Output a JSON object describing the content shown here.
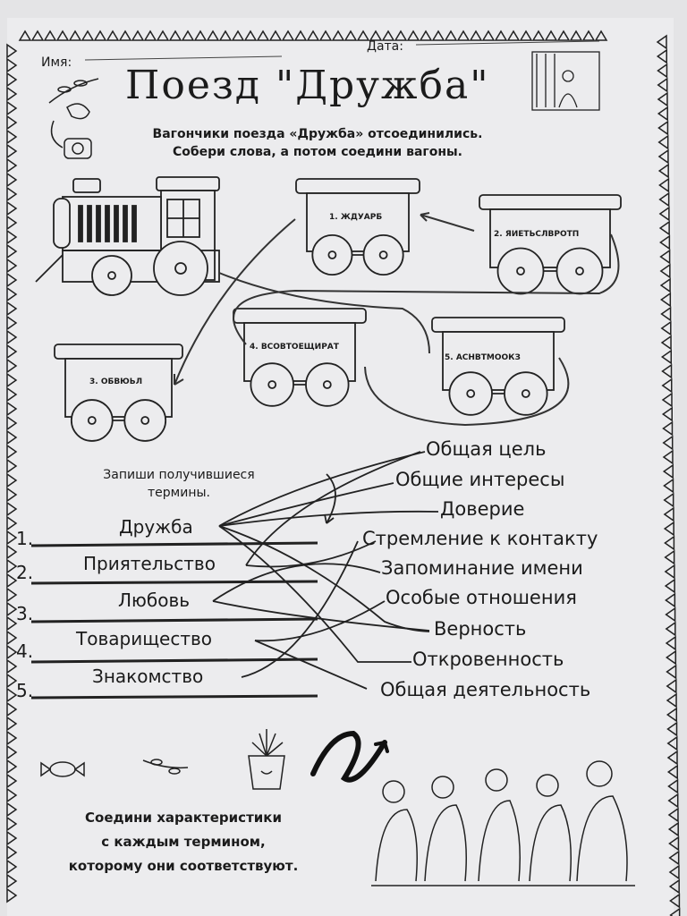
{
  "header": {
    "name_label": "Имя:",
    "date_label": "Дата:"
  },
  "title": "Поезд \"Дружба\"",
  "subtitle": [
    "Вагончики поезда «Дружба» отсоединились.",
    "Собери слова, а потом соедини вагоны."
  ],
  "wagons": [
    {
      "label": "1. ЖДУАРБ"
    },
    {
      "label": "2. ЯИЕТЬСЛВРОТП"
    },
    {
      "label": "3. ОБВЮЬЛ"
    },
    {
      "label": "4. ВСОВТОЕЩИРАТ"
    },
    {
      "label": "5. АСНВТМООКЗ"
    }
  ],
  "write_prompt": [
    "Запиши получившиеся",
    "термины."
  ],
  "numbers": [
    "1.",
    "2.",
    "3.",
    "4.",
    "5."
  ],
  "terms": [
    "Дружба",
    "Приятельство",
    "Любовь",
    "Товарищество",
    "Знакомство"
  ],
  "characteristics": [
    "Общая цель",
    "Общие интересы",
    "Доверие",
    "Стремление к контакту",
    "Запоминание имени",
    "Особые отношения",
    "Верность",
    "Откровенность",
    "Общая деятельность"
  ],
  "instruction": [
    "Соедини характеристики",
    "с каждым термином,",
    "которому они соответствуют."
  ]
}
